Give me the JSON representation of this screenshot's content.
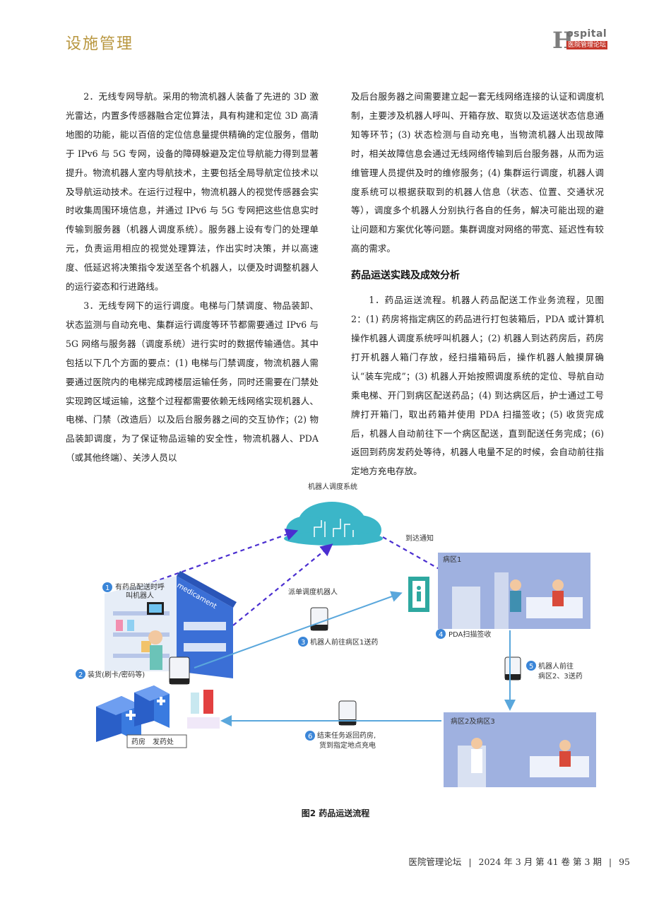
{
  "header": {
    "section": "设施管理",
    "logo_word": "ospital",
    "logo_letter": "H",
    "logo_sub": "医院管理论坛"
  },
  "left_column": [
    "2．无线专网导航。采用的物流机器人装备了先进的 3D 激光雷达，内置多传感器融合定位算法，具有构建和定位 3D 高清地图的功能，能以百倍的定位信息量提供精确的定位服务，借助于 IPv6 与 5G 专网，设备的障碍躲避及定位导航能力得到显著提升。物流机器人室内导航技术，主要包括全局导航定位技术以及导航运动技术。在运行过程中，物流机器人的视觉传感器会实时收集周围环境信息，并通过 IPv6 与 5G 专网把这些信息实时传输到服务器（机器人调度系统）。服务器上设有专门的处理单元，负责运用相应的视觉处理算法，作出实时决策，并以高速度、低延迟将决策指令发送至各个机器人，以便及时调整机器人的运行姿态和行进路线。",
    "3．无线专网下的运行调度。电梯与门禁调度、物品装卸、状态监测与自动充电、集群运行调度等环节都需要通过 IPv6 与 5G 网络与服务器（调度系统）进行实时的数据传输通信。其中包括以下几个方面的要点：(1) 电梯与门禁调度，物流机器人需要通过医院内的电梯完成跨楼层运输任务，同时还需要在门禁处实现跨区域运输，这整个过程都需要依赖无线网络实现机器人、电梯、门禁（改造后）以及后台服务器之间的交互协作；(2) 物品装卸调度，为了保证物品运输的安全性，物流机器人、PDA（或其他终端）、关涉人员以"
  ],
  "right_column": {
    "para1": "及后台服务器之间需要建立起一套无线网络连接的认证和调度机制，主要涉及机器人呼叫、开箱存放、取货以及运送状态信息通知等环节；(3) 状态检测与自动充电，当物流机器人出现故障时，相关故障信息会通过无线网络传输到后台服务器，从而为运维管理人员提供及时的维修服务；(4) 集群运行调度，机器人调度系统可以根据获取到的机器人信息（状态、位置、交通状况等），调度多个机器人分别执行各自的任务，解决可能出现的避让问题和方案优化等问题。集群调度对网络的带宽、延迟性有较高的需求。",
    "heading": "药品运送实践及成效分析",
    "para2": "1．药品运送流程。机器人药品配送工作业务流程，见图 2：(1) 药房将指定病区的药品进行打包装箱后，PDA 或计算机操作机器人调度系统呼叫机器人；(2) 机器人到达药房后，药房打开机器人箱门存放，经扫描箱码后，操作机器人触摸屏确认“装车完成”；(3) 机器人开始按照调度系统的定位、导航自动乘电梯、开门到病区配送药品；(4) 到达病区后，护士通过工号牌打开箱门，取出药箱并使用 PDA 扫描签收；(5) 收货完成后，机器人自动前往下一个病区配送，直到配送任务完成；(6) 返回到药房发药处等待，机器人电量不足的时候，会自动前往指定地方充电存放。"
  },
  "figure": {
    "cloud_label": "机器人调度系统",
    "arrive_notice": "到达通知",
    "dispatch_label": "派单调度机器人",
    "ward1": "病区1",
    "ward23": "病区2及病区3",
    "shelf_text": "medicament",
    "pharmacy_label": "药房　发药处",
    "steps": [
      {
        "num": "1",
        "line1": "有药品配送时呼",
        "line2": "叫机器人"
      },
      {
        "num": "2",
        "line1": "装货(刷卡/密码等)",
        "line2": ""
      },
      {
        "num": "3",
        "line1": "机器人前往病区1送药",
        "line2": ""
      },
      {
        "num": "4",
        "line1": "PDA扫描签收",
        "line2": ""
      },
      {
        "num": "5",
        "line1": "机器人前往",
        "line2": "病区2、3送药"
      },
      {
        "num": "6",
        "line1": "结束任务返回药房,",
        "line2": "货到指定地点充电"
      }
    ]
  },
  "caption": "图2  药品运送流程",
  "footer": {
    "journal": "医院管理论坛",
    "sep": "|",
    "issue": "2024 年 3 月 第 41 卷 第 3 期",
    "sep2": "|",
    "page": "95"
  },
  "colors": {
    "accent_gold": "#b8963e",
    "cloud": "#3bb6c8",
    "arrow_blue": "#5aa7dc",
    "dash_purple": "#4a2ed0",
    "ward_bg": "#9fb1e0"
  }
}
